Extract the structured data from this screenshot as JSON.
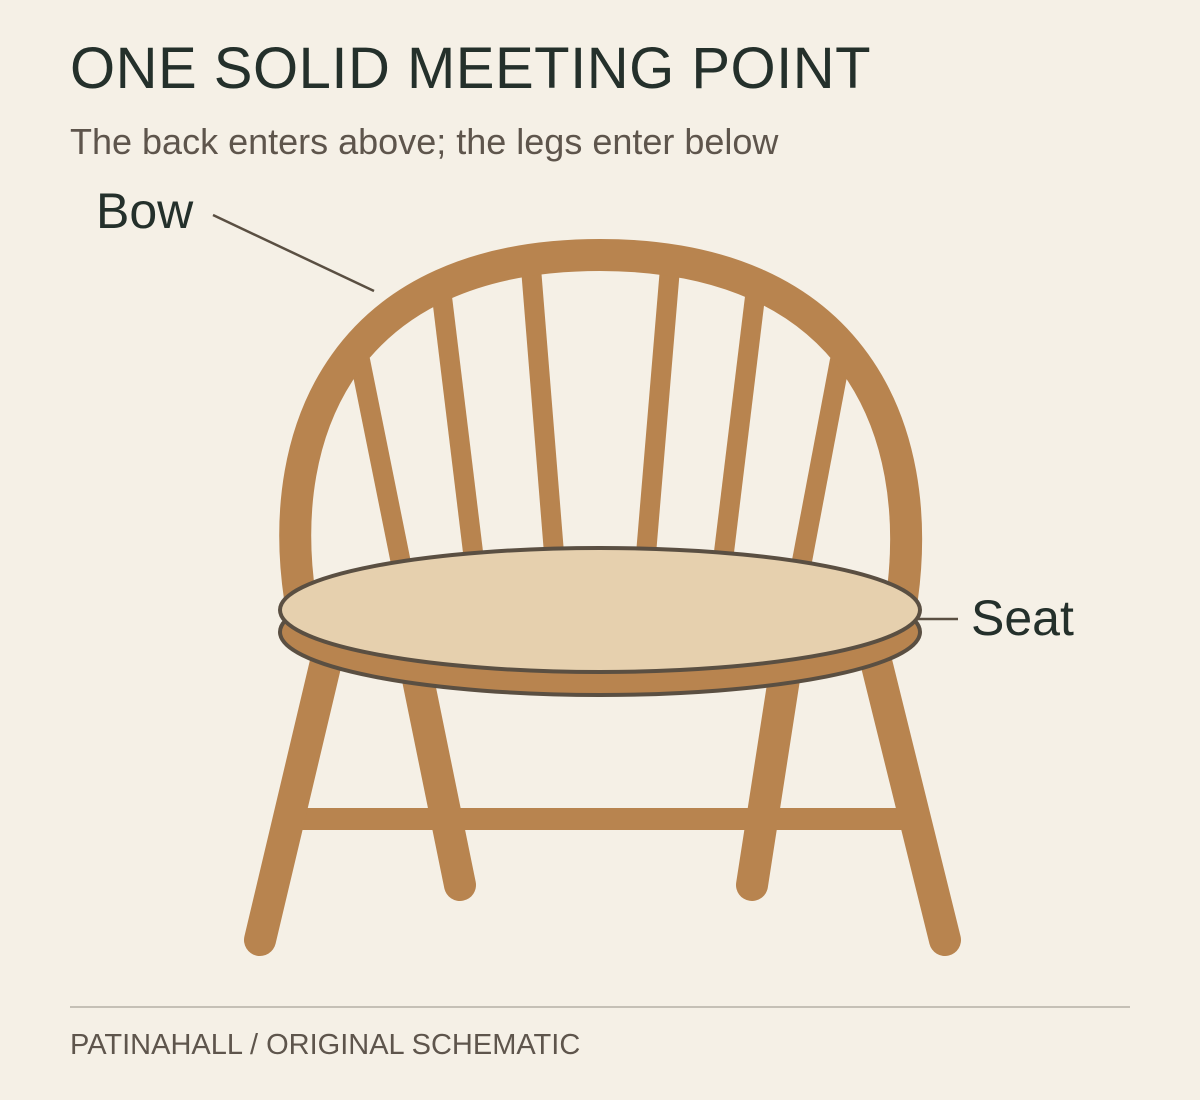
{
  "header": {
    "title": "ONE SOLID MEETING POINT",
    "subtitle": "The back enters above; the legs enter below"
  },
  "callouts": {
    "bow": "Bow",
    "seat": "Seat"
  },
  "footer": {
    "credit": "PATINAHALL / ORIGINAL SCHEMATIC"
  },
  "colors": {
    "background": "#f5f0e6",
    "wood": "#b8844f",
    "seat_top": "#e6d0ae",
    "outline": "#5a4f42",
    "title_text": "#24302b",
    "muted_text": "#5e554c",
    "divider": "#c5c0b6"
  }
}
